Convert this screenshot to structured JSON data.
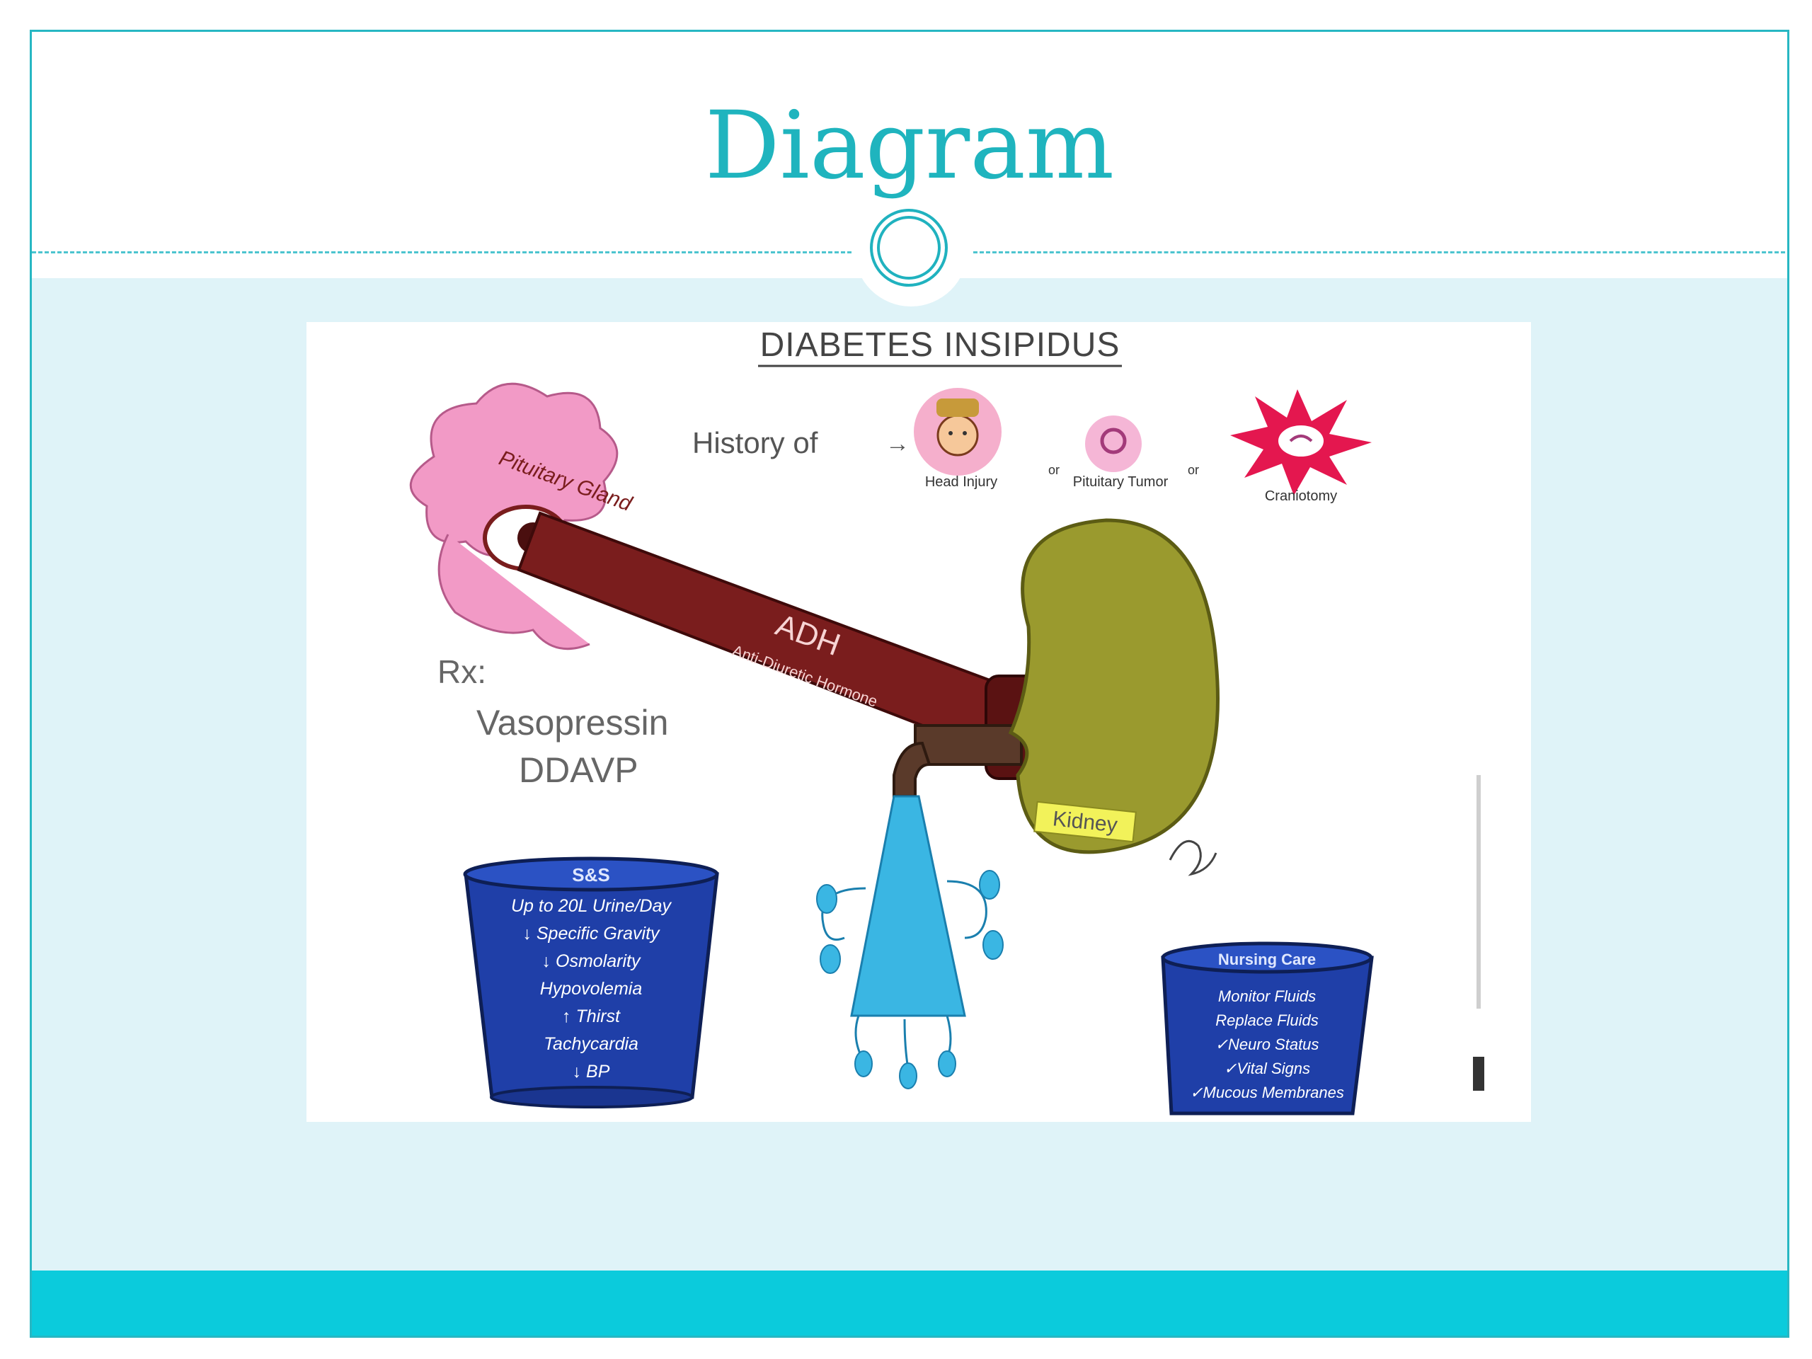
{
  "slide": {
    "title": "Diagram"
  },
  "illustration": {
    "title": "DIABETES INSIPIDUS",
    "history_label": "History of",
    "causes": [
      "Head Injury",
      "Pituitary Tumor",
      "Craniotomy"
    ],
    "or_word": "or",
    "gland_label": "Pituitary Gland",
    "hormone_label": "ADH",
    "hormone_full": "Anti-Diuretic Hormone",
    "organ_label": "Kidney",
    "treatment": {
      "heading": "Rx:",
      "items": [
        "Vasopressin",
        "DDAVP"
      ]
    },
    "signs_bucket": {
      "heading": "S&S",
      "lines": [
        "Up to 20L Urine/Day",
        "↓ Specific Gravity",
        "↓ Osmolarity",
        "Hypovolemia",
        "↑ Thirst",
        "Tachycardia",
        "↓ BP"
      ]
    },
    "care_bucket": {
      "heading": "Nursing Care",
      "lines": [
        "Monitor Fluids",
        "Replace Fluids",
        "✓Neuro Status",
        "✓Vital Signs",
        "✓Mucous Membranes"
      ]
    },
    "colors": {
      "accent": "#1fb4be",
      "band": "#dff3f8",
      "footer": "#0bcbdc",
      "gland": "#f29ac6",
      "pipe": "#7a1d1d",
      "kidney": "#9a9a2e",
      "bucket": "#1f3fa8",
      "water": "#3ab6e3"
    }
  }
}
